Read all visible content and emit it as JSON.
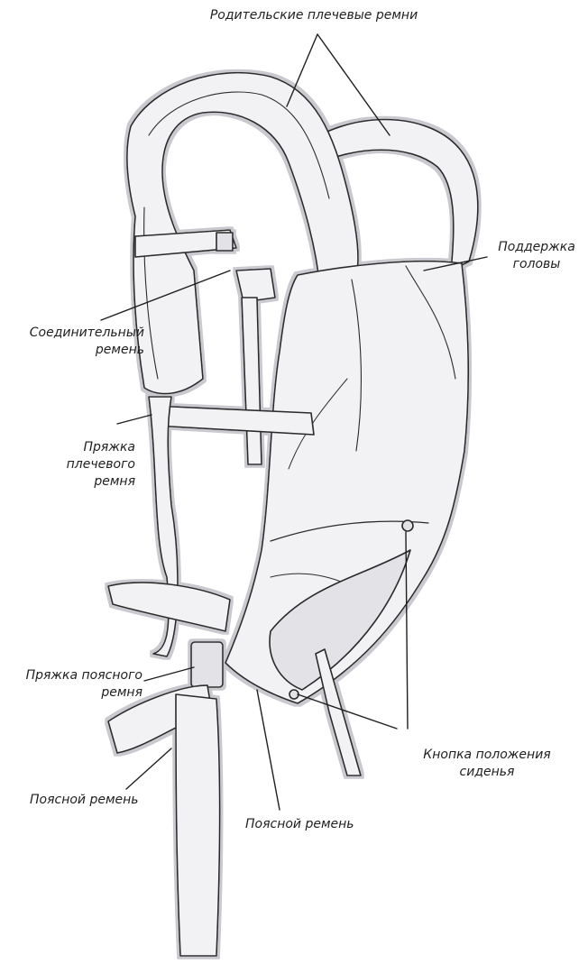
{
  "labels": {
    "parent_shoulder_straps": "Родительские плечевые ремни",
    "head_support": [
      "Поддержка",
      "головы"
    ],
    "connecting_strap": [
      "Соединительный",
      "ремень"
    ],
    "shoulder_strap_buckle": [
      "Пряжка",
      "плечевого",
      "ремня"
    ],
    "waist_strap_buckle": [
      "Пряжка поясного",
      "ремня"
    ],
    "seat_position_button": [
      "Кнопка положения",
      "сиденья"
    ],
    "waist_strap_left": "Поясной ремень",
    "waist_strap_bottom": "Поясной ремень"
  },
  "colors": {
    "line": "#2b2b2b",
    "fabric": "#f2f2f4",
    "fabric_shade": "#e3e3e7",
    "outline_glow": "#c9c9cf"
  }
}
